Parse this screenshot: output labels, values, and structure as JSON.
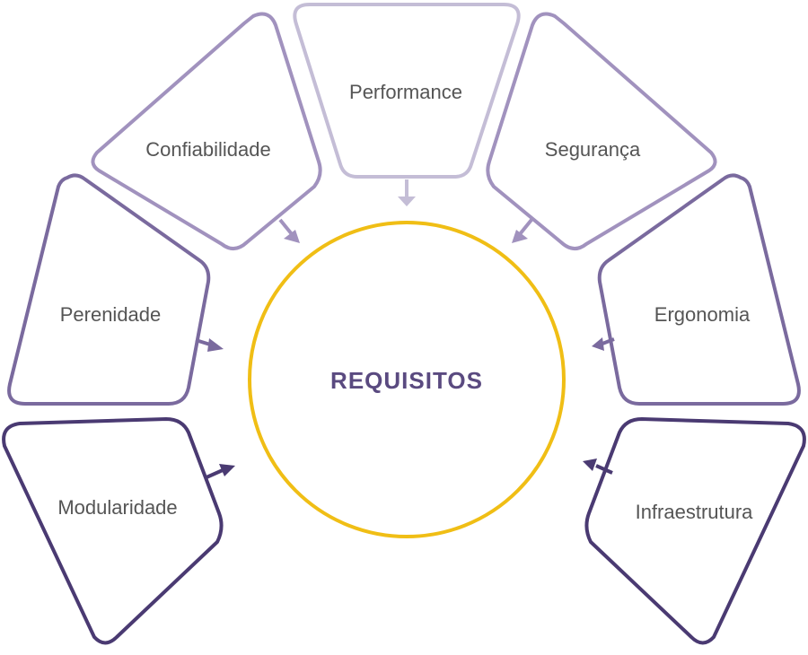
{
  "center": {
    "label": "REQUISITOS",
    "ring_color": "#F0BE15",
    "text_color": "#5A4A80"
  },
  "text_color": "#555555",
  "nodes": [
    {
      "id": "performance",
      "label": "Performance",
      "color": "#C4BDD6"
    },
    {
      "id": "confiabilidade",
      "label": "Confiabilidade",
      "color": "#A192BE"
    },
    {
      "id": "seguranca",
      "label": "Segurança",
      "color": "#A192BE"
    },
    {
      "id": "perenidade",
      "label": "Perenidade",
      "color": "#7A6A9E"
    },
    {
      "id": "ergonomia",
      "label": "Ergonomia",
      "color": "#7A6A9E"
    },
    {
      "id": "modularidade",
      "label": "Modularidade",
      "color": "#4A3A72"
    },
    {
      "id": "infraestrutura",
      "label": "Infraestrutura",
      "color": "#4A3A72"
    }
  ]
}
